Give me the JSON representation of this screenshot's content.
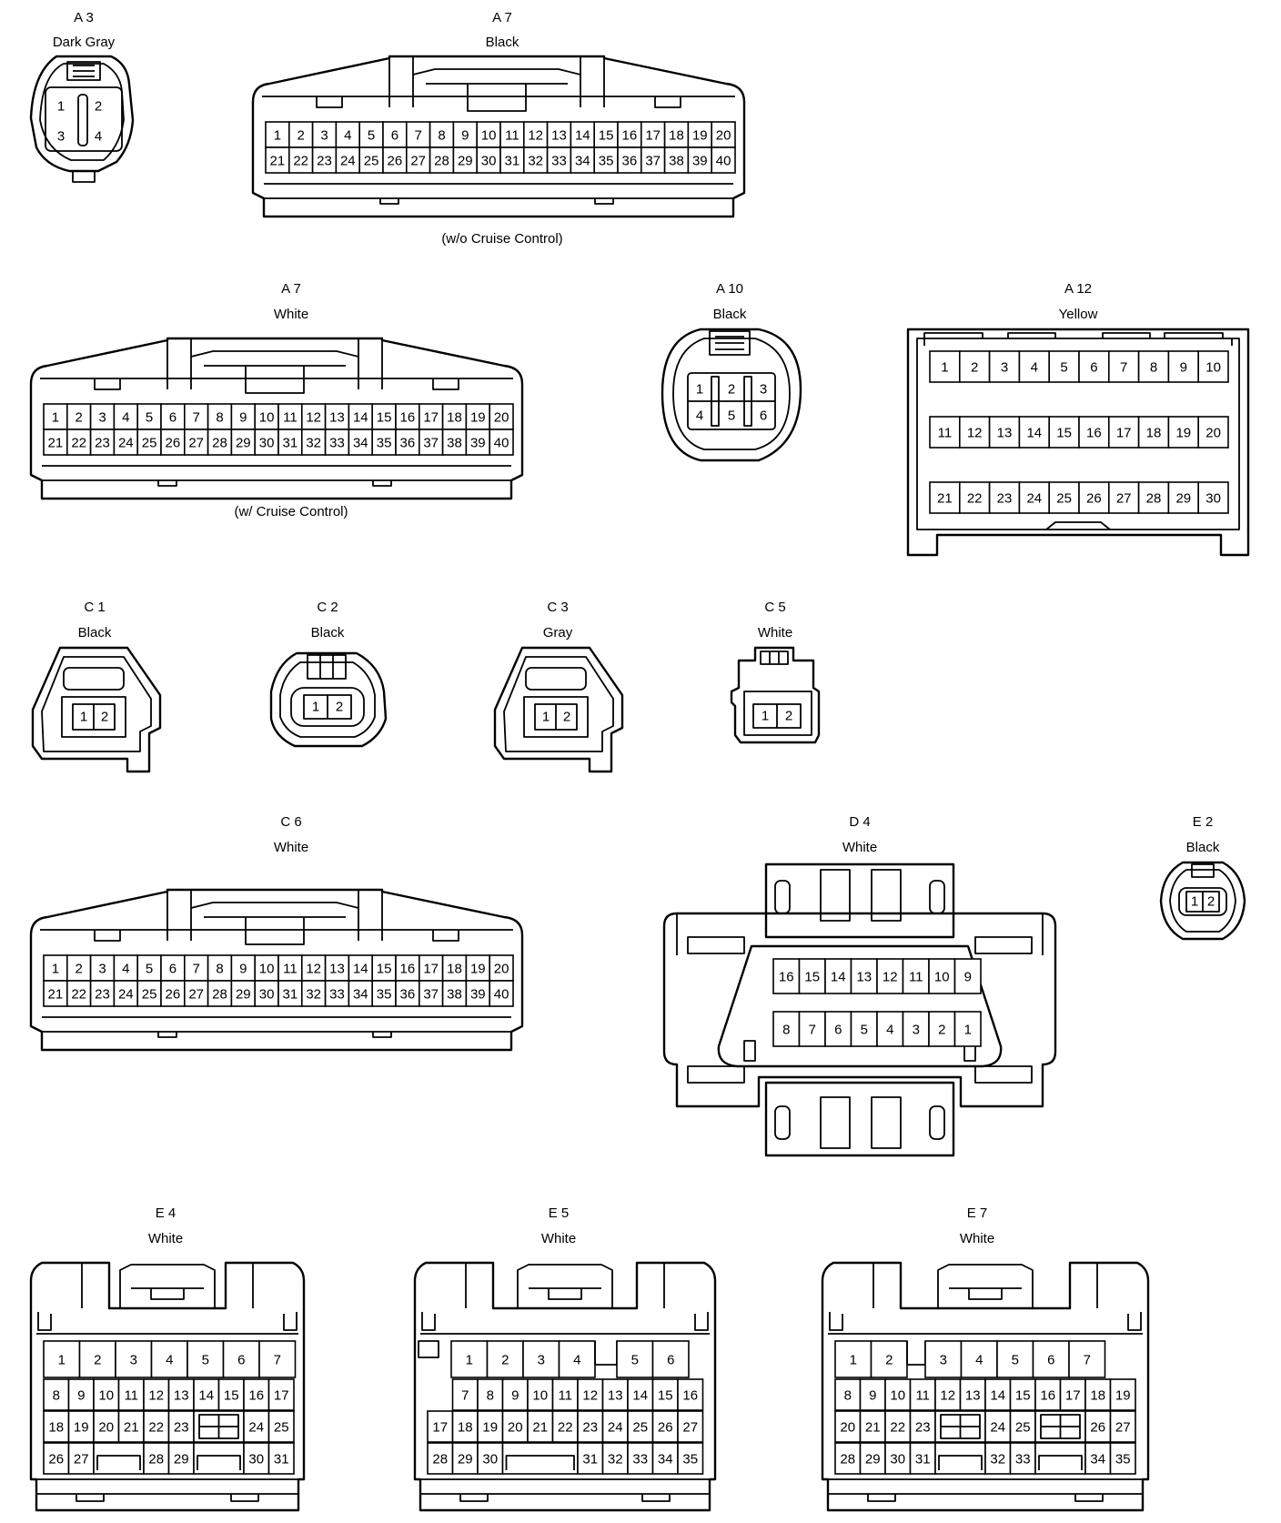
{
  "connectors": {
    "a3": {
      "code": "A 3",
      "color": "Dark Gray",
      "pins": [
        "1",
        "2",
        "3",
        "4"
      ]
    },
    "a7_black": {
      "code": "A 7",
      "color": "Black",
      "note": "(w/o Cruise Control)"
    },
    "a7_white": {
      "code": "A 7",
      "color": "White",
      "note": "(w/ Cruise Control)"
    },
    "a10": {
      "code": "A 10",
      "color": "Black",
      "pins": [
        "1",
        "2",
        "3",
        "4",
        "5",
        "6"
      ]
    },
    "a12": {
      "code": "A 12",
      "color": "Yellow"
    },
    "c1": {
      "code": "C 1",
      "color": "Black",
      "pins": [
        "1",
        "2"
      ]
    },
    "c2": {
      "code": "C 2",
      "color": "Black",
      "pins": [
        "1",
        "2"
      ]
    },
    "c3": {
      "code": "C 3",
      "color": "Gray",
      "pins": [
        "1",
        "2"
      ]
    },
    "c5": {
      "code": "C 5",
      "color": "White",
      "pins": [
        "1",
        "2"
      ]
    },
    "c6": {
      "code": "C 6",
      "color": "White"
    },
    "d4": {
      "code": "D 4",
      "color": "White",
      "rows": [
        [
          "16",
          "15",
          "14",
          "13",
          "12",
          "11",
          "10",
          "9"
        ],
        [
          "8",
          "7",
          "6",
          "5",
          "4",
          "3",
          "2",
          "1"
        ]
      ]
    },
    "e2": {
      "code": "E 2",
      "color": "Black",
      "pins": [
        "1",
        "2"
      ]
    },
    "e4": {
      "code": "E 4",
      "color": "White",
      "rows": [
        [
          "1",
          "2",
          "3",
          "4",
          "5",
          "6",
          "7"
        ],
        [
          "8",
          "9",
          "10",
          "11",
          "12",
          "13",
          "14",
          "15",
          "16",
          "17"
        ],
        [
          "18",
          "19",
          "20",
          "21",
          "22",
          "23",
          "24",
          "25"
        ],
        [
          "26",
          "27",
          "28",
          "29",
          "30",
          "31"
        ]
      ]
    },
    "e5": {
      "code": "E 5",
      "color": "White",
      "rows": [
        [
          "1",
          "2",
          "3",
          "4",
          "5",
          "6"
        ],
        [
          "7",
          "8",
          "9",
          "10",
          "11",
          "12",
          "13",
          "14",
          "15",
          "16"
        ],
        [
          "17",
          "18",
          "19",
          "20",
          "21",
          "22",
          "23",
          "24",
          "25",
          "26",
          "27"
        ],
        [
          "28",
          "29",
          "30",
          "31",
          "32",
          "33",
          "34",
          "35"
        ]
      ]
    },
    "e7": {
      "code": "E 7",
      "color": "White",
      "rows": [
        [
          "1",
          "2",
          "3",
          "4",
          "5",
          "6",
          "7"
        ],
        [
          "8",
          "9",
          "10",
          "11",
          "12",
          "13",
          "14",
          "15",
          "16",
          "17",
          "18",
          "19"
        ],
        [
          "20",
          "21",
          "22",
          "23",
          "24",
          "25",
          "26",
          "27"
        ],
        [
          "28",
          "29",
          "30",
          "31",
          "32",
          "33",
          "34",
          "35"
        ]
      ]
    }
  },
  "pins40": [
    "1",
    "2",
    "3",
    "4",
    "5",
    "6",
    "7",
    "8",
    "9",
    "10",
    "11",
    "12",
    "13",
    "14",
    "15",
    "16",
    "17",
    "18",
    "19",
    "20",
    "21",
    "22",
    "23",
    "24",
    "25",
    "26",
    "27",
    "28",
    "29",
    "30",
    "31",
    "32",
    "33",
    "34",
    "35",
    "36",
    "37",
    "38",
    "39",
    "40"
  ],
  "pins30": [
    "1",
    "2",
    "3",
    "4",
    "5",
    "6",
    "7",
    "8",
    "9",
    "10",
    "11",
    "12",
    "13",
    "14",
    "15",
    "16",
    "17",
    "18",
    "19",
    "20",
    "21",
    "22",
    "23",
    "24",
    "25",
    "26",
    "27",
    "28",
    "29",
    "30"
  ]
}
